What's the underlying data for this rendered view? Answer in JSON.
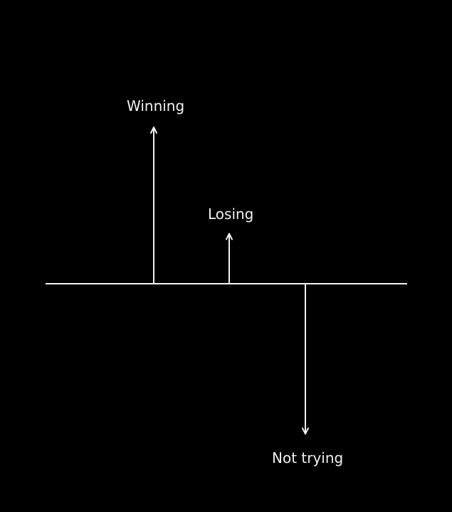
{
  "colors": {
    "background": "#000000",
    "stroke": "#f2f2f2"
  },
  "arrows": [
    {
      "key": "winning",
      "label": "Winning",
      "direction": "up",
      "magnitude": 1.0
    },
    {
      "key": "losing",
      "label": "Losing",
      "direction": "up",
      "magnitude": 0.32
    },
    {
      "key": "not_trying",
      "label": "Not trying",
      "direction": "down",
      "magnitude": 0.96
    }
  ]
}
